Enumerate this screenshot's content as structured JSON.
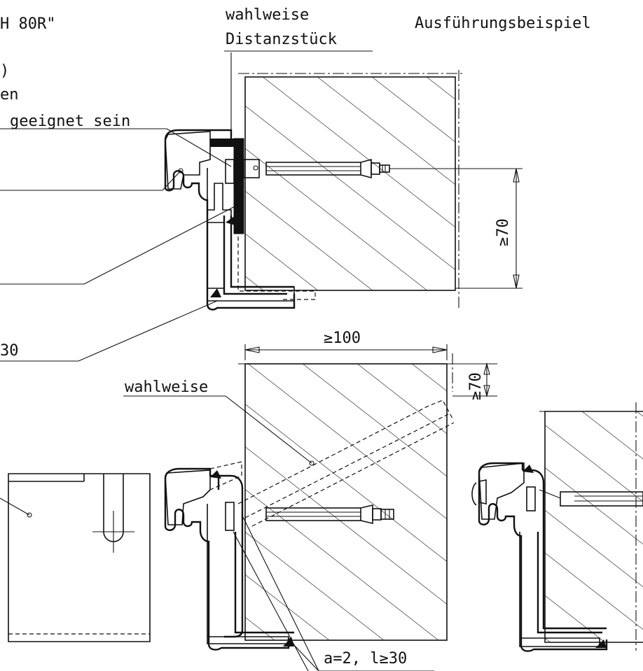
{
  "labels": {
    "header_fragment": "H 80R\"",
    "paren_fragment": ")",
    "en_fragment": "en",
    "geeignet_fragment": "geeignet sein",
    "thirty_fragment": "30",
    "wahlweise_top": "wahlweise",
    "distanzstueck": "Distanzstück",
    "ausfuehrungsbeispiel": "Ausführungsbeispiel",
    "wahlweise_mid": "wahlweise",
    "weld_spec": "a=2, l≥30"
  },
  "dimensions": {
    "top_right_vertical": "≥70",
    "mid_horizontal": "≥100",
    "mid_right_vertical": "≥70"
  }
}
